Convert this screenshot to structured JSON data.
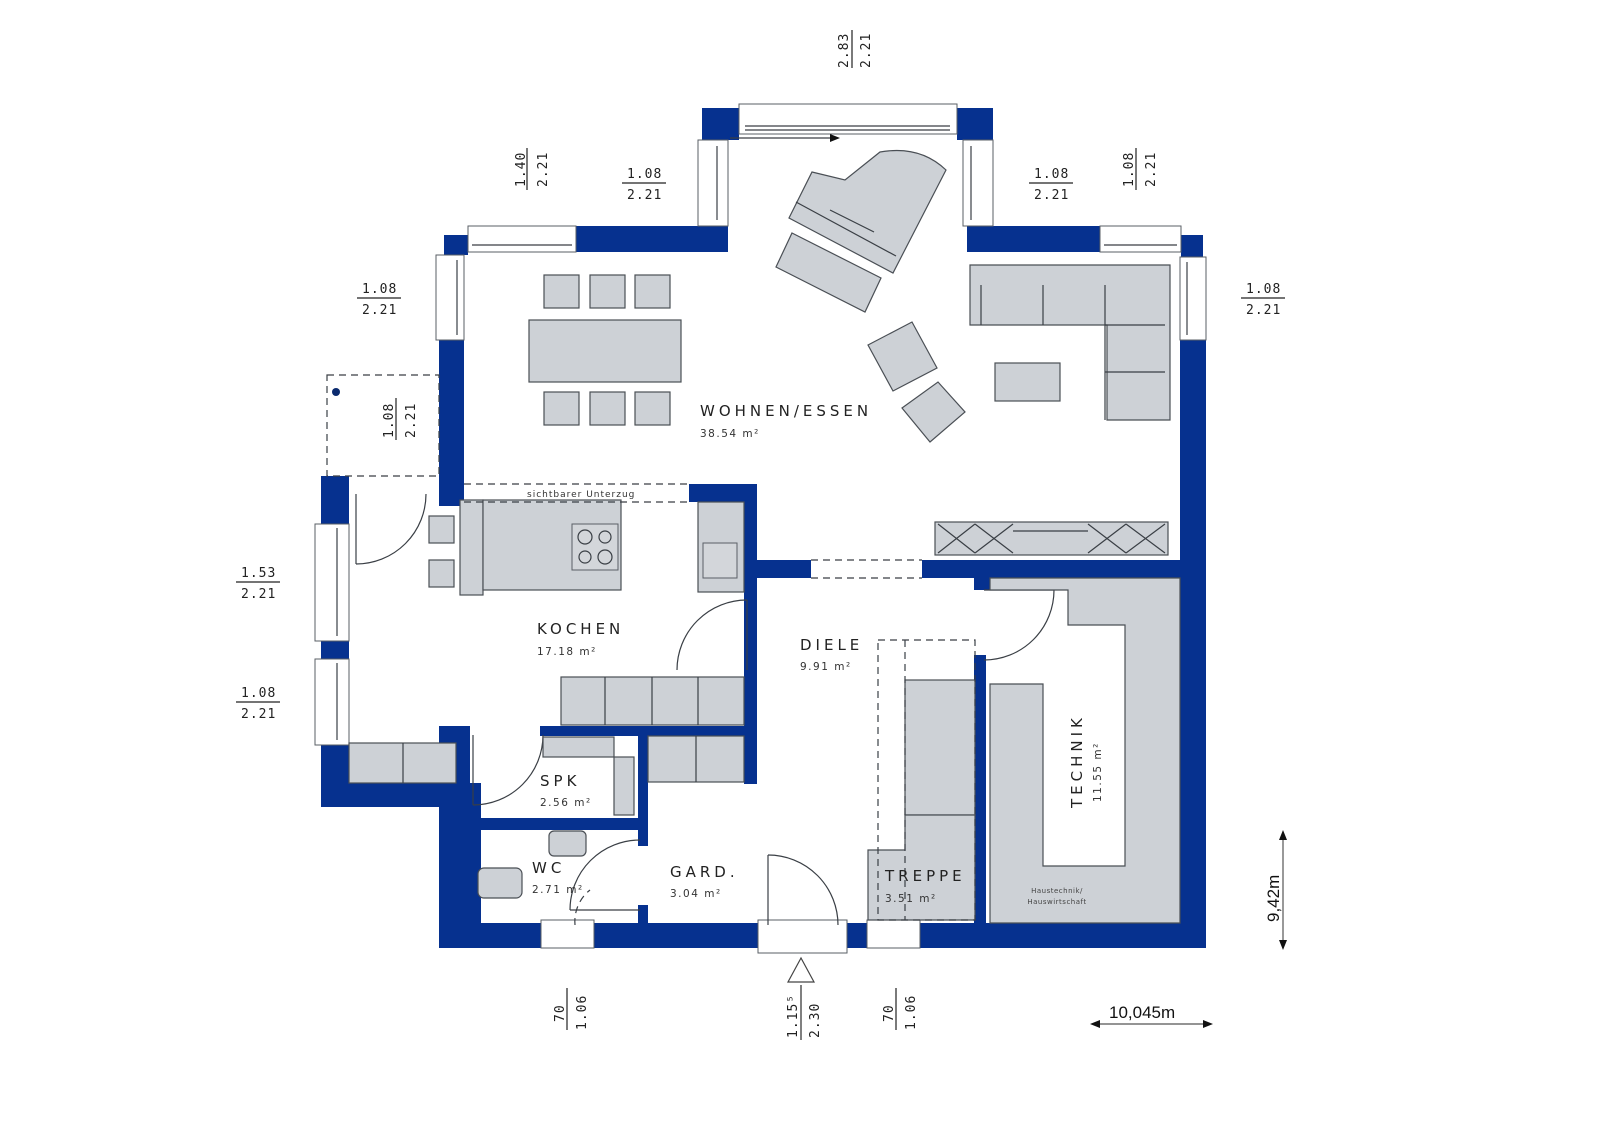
{
  "colors": {
    "wall": "#06318f",
    "furniture": "#cdd1d6",
    "background": "#ffffff"
  },
  "rooms": {
    "wohnen": {
      "name": "WOHNEN/ESSEN",
      "area": "38.54 m²"
    },
    "kochen": {
      "name": "KOCHEN",
      "area": "17.18 m²"
    },
    "diele": {
      "name": "DIELE",
      "area": "9.91 m²"
    },
    "technik": {
      "name": "TECHNIK",
      "area": "11.55 m²",
      "note_line1": "Haustechnik/",
      "note_line2": "Hauswirtschaft"
    },
    "spk": {
      "name": "SPK",
      "area": "2.56 m²"
    },
    "wc": {
      "name": "WC",
      "area": "2.71 m²"
    },
    "gard": {
      "name": "GARD.",
      "area": "3.04 m²"
    },
    "treppe": {
      "name": "TREPPE",
      "area": "3.51 m²"
    }
  },
  "annotations": {
    "beam": "sichtbarer Unterzug"
  },
  "openings": [
    {
      "id": "top-bay",
      "width": "2.83",
      "height": "2.21",
      "orientation": "vertical"
    },
    {
      "id": "top-left-bay-side",
      "width": "1.40",
      "height": "2.21",
      "orientation": "vertical"
    },
    {
      "id": "top-left-window",
      "width": "1.08",
      "height": "2.21",
      "orientation": "horizontal"
    },
    {
      "id": "top-right-window",
      "width": "1.08",
      "height": "2.21",
      "orientation": "horizontal"
    },
    {
      "id": "top-right-bay-side",
      "width": "1.08",
      "height": "2.21",
      "orientation": "vertical"
    },
    {
      "id": "left-upper-window",
      "width": "1.08",
      "height": "2.21",
      "orientation": "horizontal"
    },
    {
      "id": "right-window",
      "width": "1.08",
      "height": "2.21",
      "orientation": "horizontal"
    },
    {
      "id": "left-terrace-window",
      "width": "1.08",
      "height": "2.21",
      "orientation": "vertical"
    },
    {
      "id": "left-kitchen-door",
      "width": "1.53",
      "height": "2.21",
      "orientation": "horizontal"
    },
    {
      "id": "left-lower-window",
      "width": "1.08",
      "height": "2.21",
      "orientation": "horizontal"
    },
    {
      "id": "bottom-wc-window",
      "width": "70",
      "height": "1.06",
      "orientation": "vertical"
    },
    {
      "id": "entrance",
      "width": "1.15⁵",
      "height": "2.30",
      "orientation": "vertical"
    },
    {
      "id": "bottom-stair-window",
      "width": "70",
      "height": "1.06",
      "orientation": "vertical"
    }
  ],
  "dimensions": {
    "total_height": "9,42m",
    "total_width": "10,045m"
  }
}
